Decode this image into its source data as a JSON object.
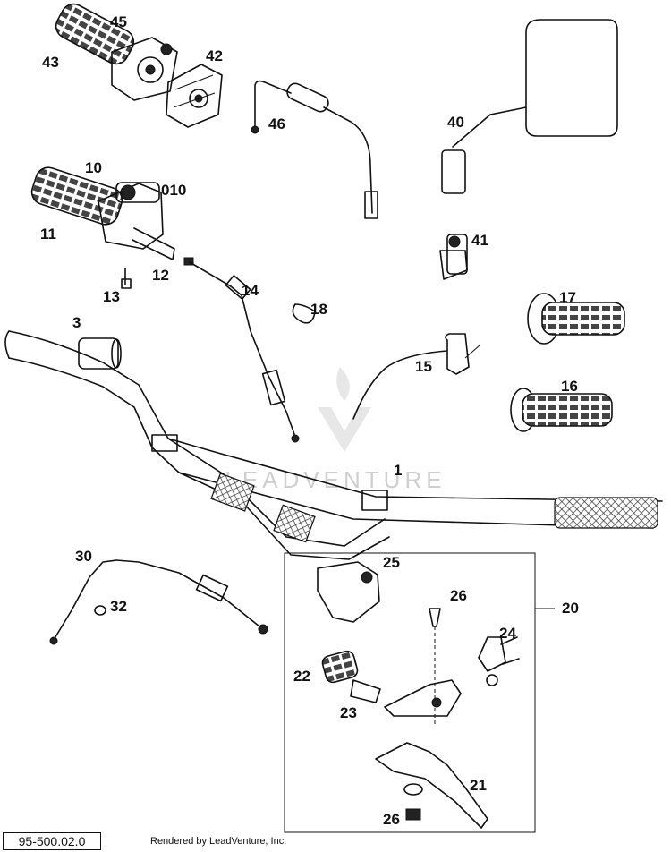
{
  "callouts": [
    {
      "id": "c45",
      "text": "45"
    },
    {
      "id": "c43",
      "text": "43"
    },
    {
      "id": "c42",
      "text": "42"
    },
    {
      "id": "c46",
      "text": "46"
    },
    {
      "id": "c40",
      "text": "40"
    },
    {
      "id": "c10",
      "text": "10"
    },
    {
      "id": "c010",
      "text": "010"
    },
    {
      "id": "c11",
      "text": "11"
    },
    {
      "id": "c12",
      "text": "12"
    },
    {
      "id": "c13",
      "text": "13"
    },
    {
      "id": "c14",
      "text": "14"
    },
    {
      "id": "c41",
      "text": "41"
    },
    {
      "id": "c18",
      "text": "18"
    },
    {
      "id": "c17",
      "text": "17"
    },
    {
      "id": "c3",
      "text": "3"
    },
    {
      "id": "c15",
      "text": "15"
    },
    {
      "id": "c16",
      "text": "16"
    },
    {
      "id": "c1",
      "text": "1"
    },
    {
      "id": "c30",
      "text": "30"
    },
    {
      "id": "c25",
      "text": "25"
    },
    {
      "id": "c20",
      "text": "20"
    },
    {
      "id": "c26a",
      "text": "26"
    },
    {
      "id": "c32",
      "text": "32"
    },
    {
      "id": "c24",
      "text": "24"
    },
    {
      "id": "c22",
      "text": "22"
    },
    {
      "id": "c23",
      "text": "23"
    },
    {
      "id": "c21",
      "text": "21"
    },
    {
      "id": "c26b",
      "text": "26"
    }
  ],
  "figure_code": "95-500.02.0",
  "credit": "Rendered by LeadVenture, Inc.",
  "watermark": {
    "text": "LEADVENTURE",
    "color": "#c9c9c9"
  }
}
